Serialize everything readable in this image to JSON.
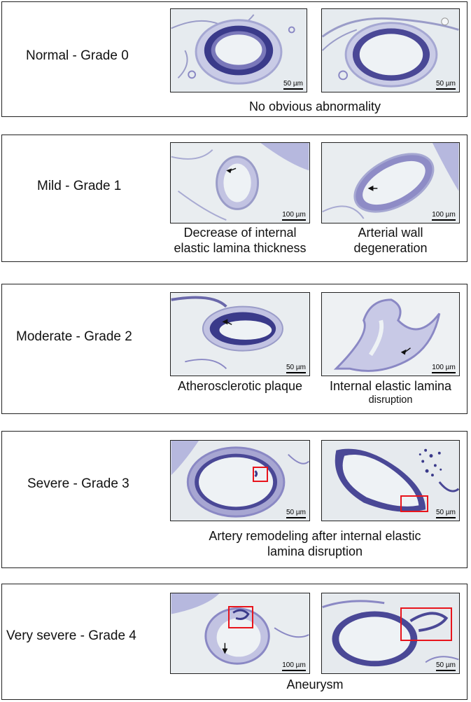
{
  "panels": [
    {
      "grade": "Normal - Grade 0",
      "scalebars": [
        "50 µm",
        "50 µm"
      ],
      "captions": [
        {
          "line1": "No obvious abnormality"
        }
      ]
    },
    {
      "grade": "Mild - Grade 1",
      "scalebars": [
        "100 µm",
        "100 µm"
      ],
      "captions": [
        {
          "line1": "Decrease of internal",
          "line2": "elastic lamina thickness"
        },
        {
          "line1": "Arterial wall",
          "line2": "degeneration"
        }
      ]
    },
    {
      "grade": "Moderate - Grade 2",
      "scalebars": [
        "50 µm",
        "100 µm"
      ],
      "captions": [
        {
          "line1": "Atherosclerotic plaque"
        },
        {
          "line1": "Internal elastic lamina",
          "line2": "disruption"
        }
      ]
    },
    {
      "grade": "Severe - Grade 3",
      "scalebars": [
        "50 µm",
        "50 µm"
      ],
      "captions": [
        {
          "line1": "Artery remodeling after internal elastic",
          "line2": "lamina disruption"
        }
      ]
    },
    {
      "grade": "Very severe - Grade 4",
      "scalebars": [
        "100 µm",
        "50 µm"
      ],
      "captions": [
        {
          "line1": "Aneurysm"
        }
      ]
    }
  ],
  "colors": {
    "border": "#222222",
    "stain_dark": "#3a3a8a",
    "stain_mid": "#8a88c4",
    "stain_light": "#c7c8e6",
    "background_tissue": "#e6ebef",
    "highlight_box": "#e8141c"
  }
}
